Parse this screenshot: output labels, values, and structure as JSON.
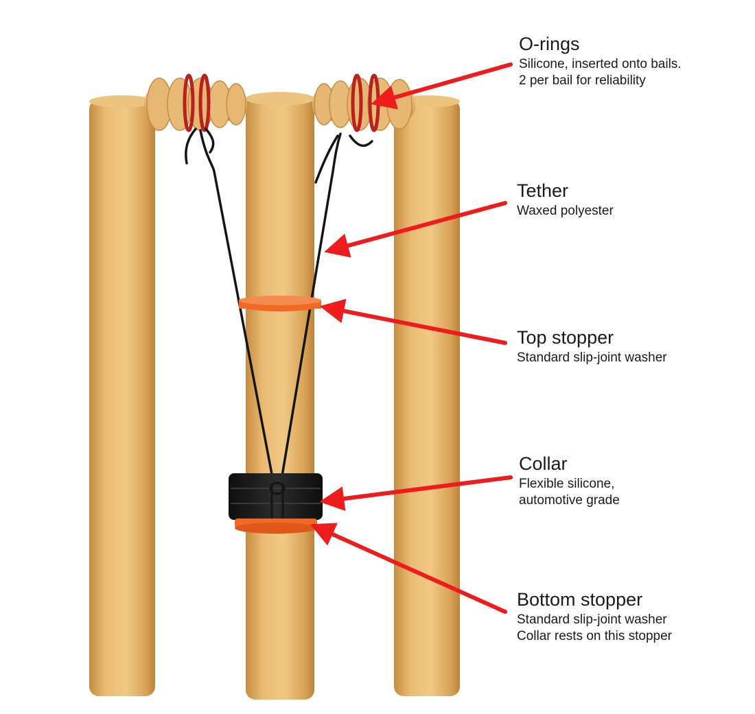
{
  "callouts": {
    "orings": {
      "title": "O-rings",
      "lines": [
        "Silicone, inserted onto bails.",
        "2 per bail for reliability"
      ]
    },
    "tether": {
      "title": "Tether",
      "lines": [
        "Waxed polyester"
      ]
    },
    "top_stopper": {
      "title": "Top stopper",
      "lines": [
        "Standard slip-joint washer"
      ]
    },
    "collar": {
      "title": "Collar",
      "lines": [
        "Flexible silicone,",
        "automotive grade"
      ]
    },
    "bottom_stopper": {
      "title": "Bottom stopper",
      "lines": [
        "Standard slip-joint washer",
        "Collar rests on this stopper"
      ]
    }
  },
  "colors": {
    "wood": "#e3b46b",
    "wood_shade": "#c9954a",
    "arrow": "#ee1c1c",
    "oring": "#b8211c",
    "stopper": "#f06a24",
    "collar": "#1d1d1d",
    "tether": "#151515"
  }
}
